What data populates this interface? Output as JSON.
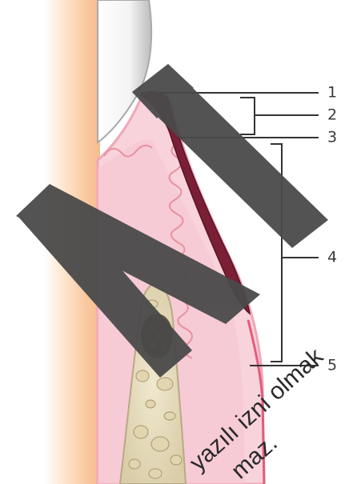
{
  "labels": [
    "1",
    "2",
    "3",
    "4",
    "5"
  ],
  "watermark": {
    "line1": "yazılı izni olmak",
    "line2": "maz."
  }
}
